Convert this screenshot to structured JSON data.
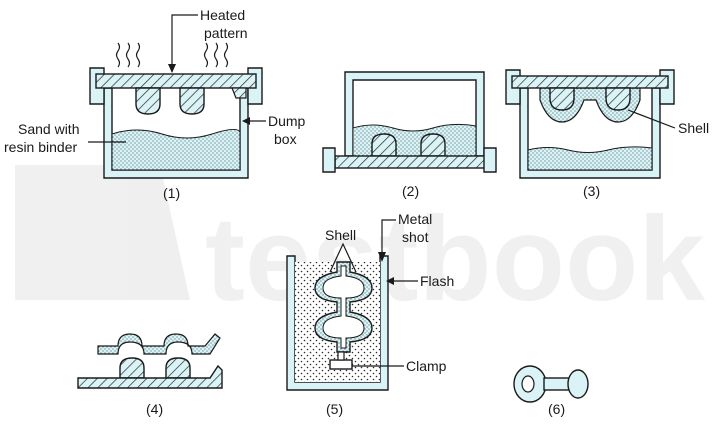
{
  "colors": {
    "stroke": "#1a1a1a",
    "fill": "#d9f3f6",
    "hatch": "#2a2a2a",
    "label_line": "#1a1a1a"
  },
  "labels": {
    "heated_pattern_1": "Heated",
    "heated_pattern_2": "pattern",
    "sand_1": "Sand with",
    "sand_2": "resin binder",
    "dump_1": "Dump",
    "dump_2": "box",
    "shell_3": "Shell",
    "shell_5": "Shell",
    "metal_1": "Metal",
    "metal_2": "shot",
    "flash": "Flash",
    "clamp": "Clamp"
  },
  "steps": {
    "s1": "(1)",
    "s2": "(2)",
    "s3": "(3)",
    "s4": "(4)",
    "s5": "(5)",
    "s6": "(6)"
  },
  "watermark": "testbook"
}
